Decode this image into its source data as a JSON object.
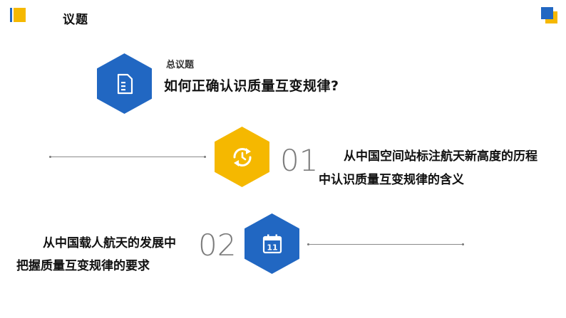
{
  "header": {
    "title": "议题",
    "accent_colors": {
      "yellow": "#F5B800",
      "blue": "#2167C2"
    }
  },
  "topic": {
    "label": "总议题",
    "question": "如何正确认识质量互变规律?",
    "icon": "document-icon",
    "color": "#2167C2"
  },
  "items": [
    {
      "number": "01",
      "line1": "从中国空间站标注航天新高度的历程",
      "line2": "中认识质量互变规律的含义",
      "icon": "refresh-clock-icon",
      "color": "#F5B800"
    },
    {
      "number": "02",
      "line1": "从中国载人航天的发展中",
      "line2": "把握质量互变规律的要求",
      "icon": "calendar-icon",
      "icon_text": "11",
      "color": "#2167C2"
    }
  ]
}
